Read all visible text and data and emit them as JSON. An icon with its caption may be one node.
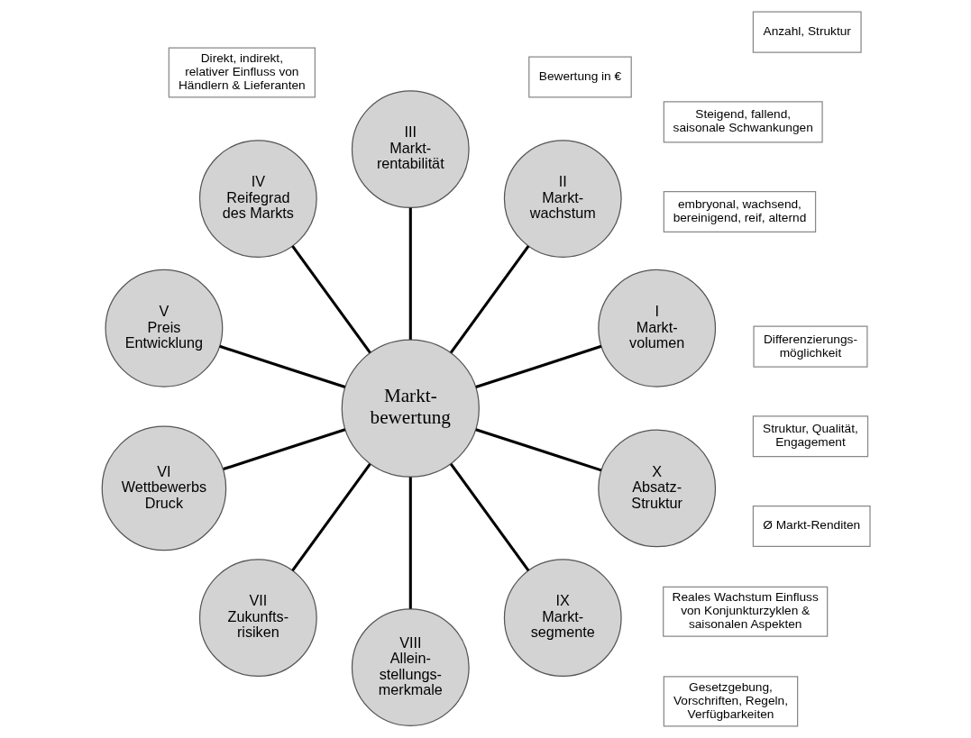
{
  "diagram": {
    "nodes": [
      {
        "text": [
          "Markt- bewertung"
        ]
      },
      {
        "text": [
          "I",
          "Markt- volumen"
        ]
      },
      {
        "text": [
          "II",
          "Markt- wachstum"
        ]
      },
      {
        "text": [
          "III",
          "Markt- rentabilität"
        ]
      },
      {
        "text": [
          "IV",
          "Reifegrad des Markts"
        ]
      },
      {
        "text": [
          "V",
          "Preis Entwicklung"
        ]
      },
      {
        "text": [
          "VI",
          "Wettbewerbs Druck"
        ]
      },
      {
        "text": [
          "VII",
          "Zukunfts- risiken"
        ]
      },
      {
        "text": [
          "VIII",
          "Allein- stellungs- merkmale"
        ]
      },
      {
        "text": [
          "IX",
          "Markt- segmente"
        ]
      },
      {
        "text": [
          "X",
          "Absatz- Struktur"
        ]
      },
      {
        "text": [
          "Bewertung in €"
        ]
      },
      {
        "text": [
          "Reales Wachstum Einfluss von Konjunkturzyklen & saisonalen Aspekten"
        ]
      },
      {
        "text": [
          "Ø Markt-Renditen"
        ]
      },
      {
        "text": [
          "embryonal, wachsend, bereinigend, reif, alternd"
        ]
      },
      {
        "text": [
          "Steigend, fallend, saisonale Schwankungen"
        ]
      },
      {
        "text": [
          "Struktur, Qualität, Engagement"
        ]
      },
      {
        "text": [
          "Gesetzgebung, Vorschriften, Regeln, Verfügbarkeiten"
        ]
      },
      {
        "text": [
          "Differenzierungs- möglichkeit"
        ]
      },
      {
        "text": [
          "Anzahl, Struktur"
        ]
      },
      {
        "text": [
          "Direkt, indirekt, relativer Einfluss von Händlern & Lieferanten"
        ]
      }
    ],
    "edges": [
      {
        "from": 0,
        "to": 1,
        "arrow": "none"
      },
      {
        "from": 0,
        "to": 2,
        "arrow": "none"
      },
      {
        "from": 0,
        "to": 3,
        "arrow": "none"
      },
      {
        "from": 0,
        "to": 4,
        "arrow": "none"
      },
      {
        "from": 0,
        "to": 5,
        "arrow": "none"
      },
      {
        "from": 0,
        "to": 6,
        "arrow": "none"
      },
      {
        "from": 0,
        "to": 7,
        "arrow": "none"
      },
      {
        "from": 0,
        "to": 8,
        "arrow": "none"
      },
      {
        "from": 0,
        "to": 9,
        "arrow": "none"
      },
      {
        "from": 0,
        "to": 10,
        "arrow": "none"
      }
    ]
  }
}
